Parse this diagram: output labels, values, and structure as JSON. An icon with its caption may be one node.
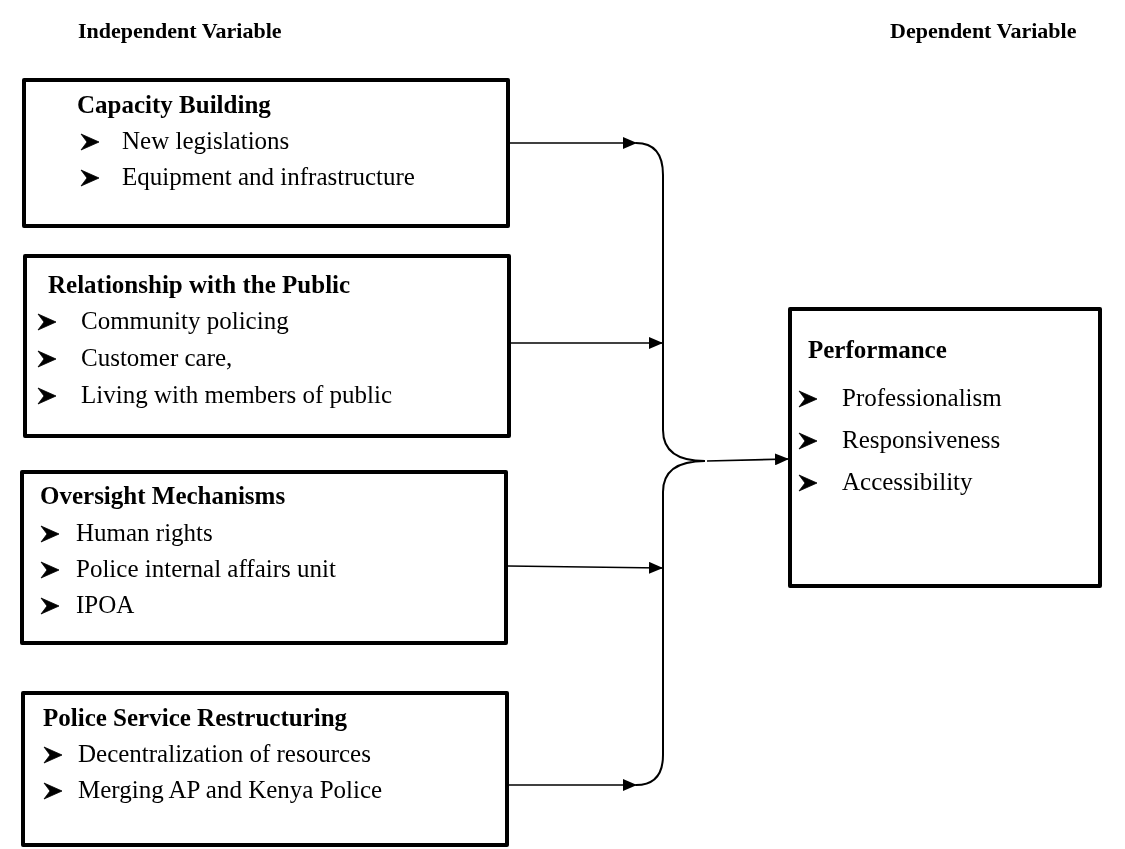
{
  "diagram": {
    "nodes": [
      {
        "text": [
          "Capacity Building",
          "New legislations",
          "Equipment and infrastructure"
        ]
      },
      {
        "text": [
          "Relationship with the Public",
          "Community policing",
          "Customer care,",
          "Living with members of public"
        ]
      },
      {
        "text": [
          "Oversight Mechanisms",
          "Human rights",
          "Police internal affairs unit",
          "IPOA"
        ]
      },
      {
        "text": [
          "Police Service Restructuring",
          "Decentralization of resources",
          "Merging AP and Kenya Police"
        ]
      },
      {
        "text": [],
        "shape": "brace"
      },
      {
        "text": [
          "Performance",
          "Professionalism",
          "Responsiveness",
          "Accessibility"
        ]
      }
    ],
    "edges": [
      {
        "from": 0,
        "to": 4,
        "arrow": "to"
      },
      {
        "from": 1,
        "to": 4,
        "arrow": "to"
      },
      {
        "from": 2,
        "to": 4,
        "arrow": "to"
      },
      {
        "from": 3,
        "to": 4,
        "arrow": "to"
      },
      {
        "from": 4,
        "to": 5,
        "arrow": "to"
      }
    ],
    "labels": [
      "Independent Variable",
      "Dependent Variable"
    ]
  }
}
